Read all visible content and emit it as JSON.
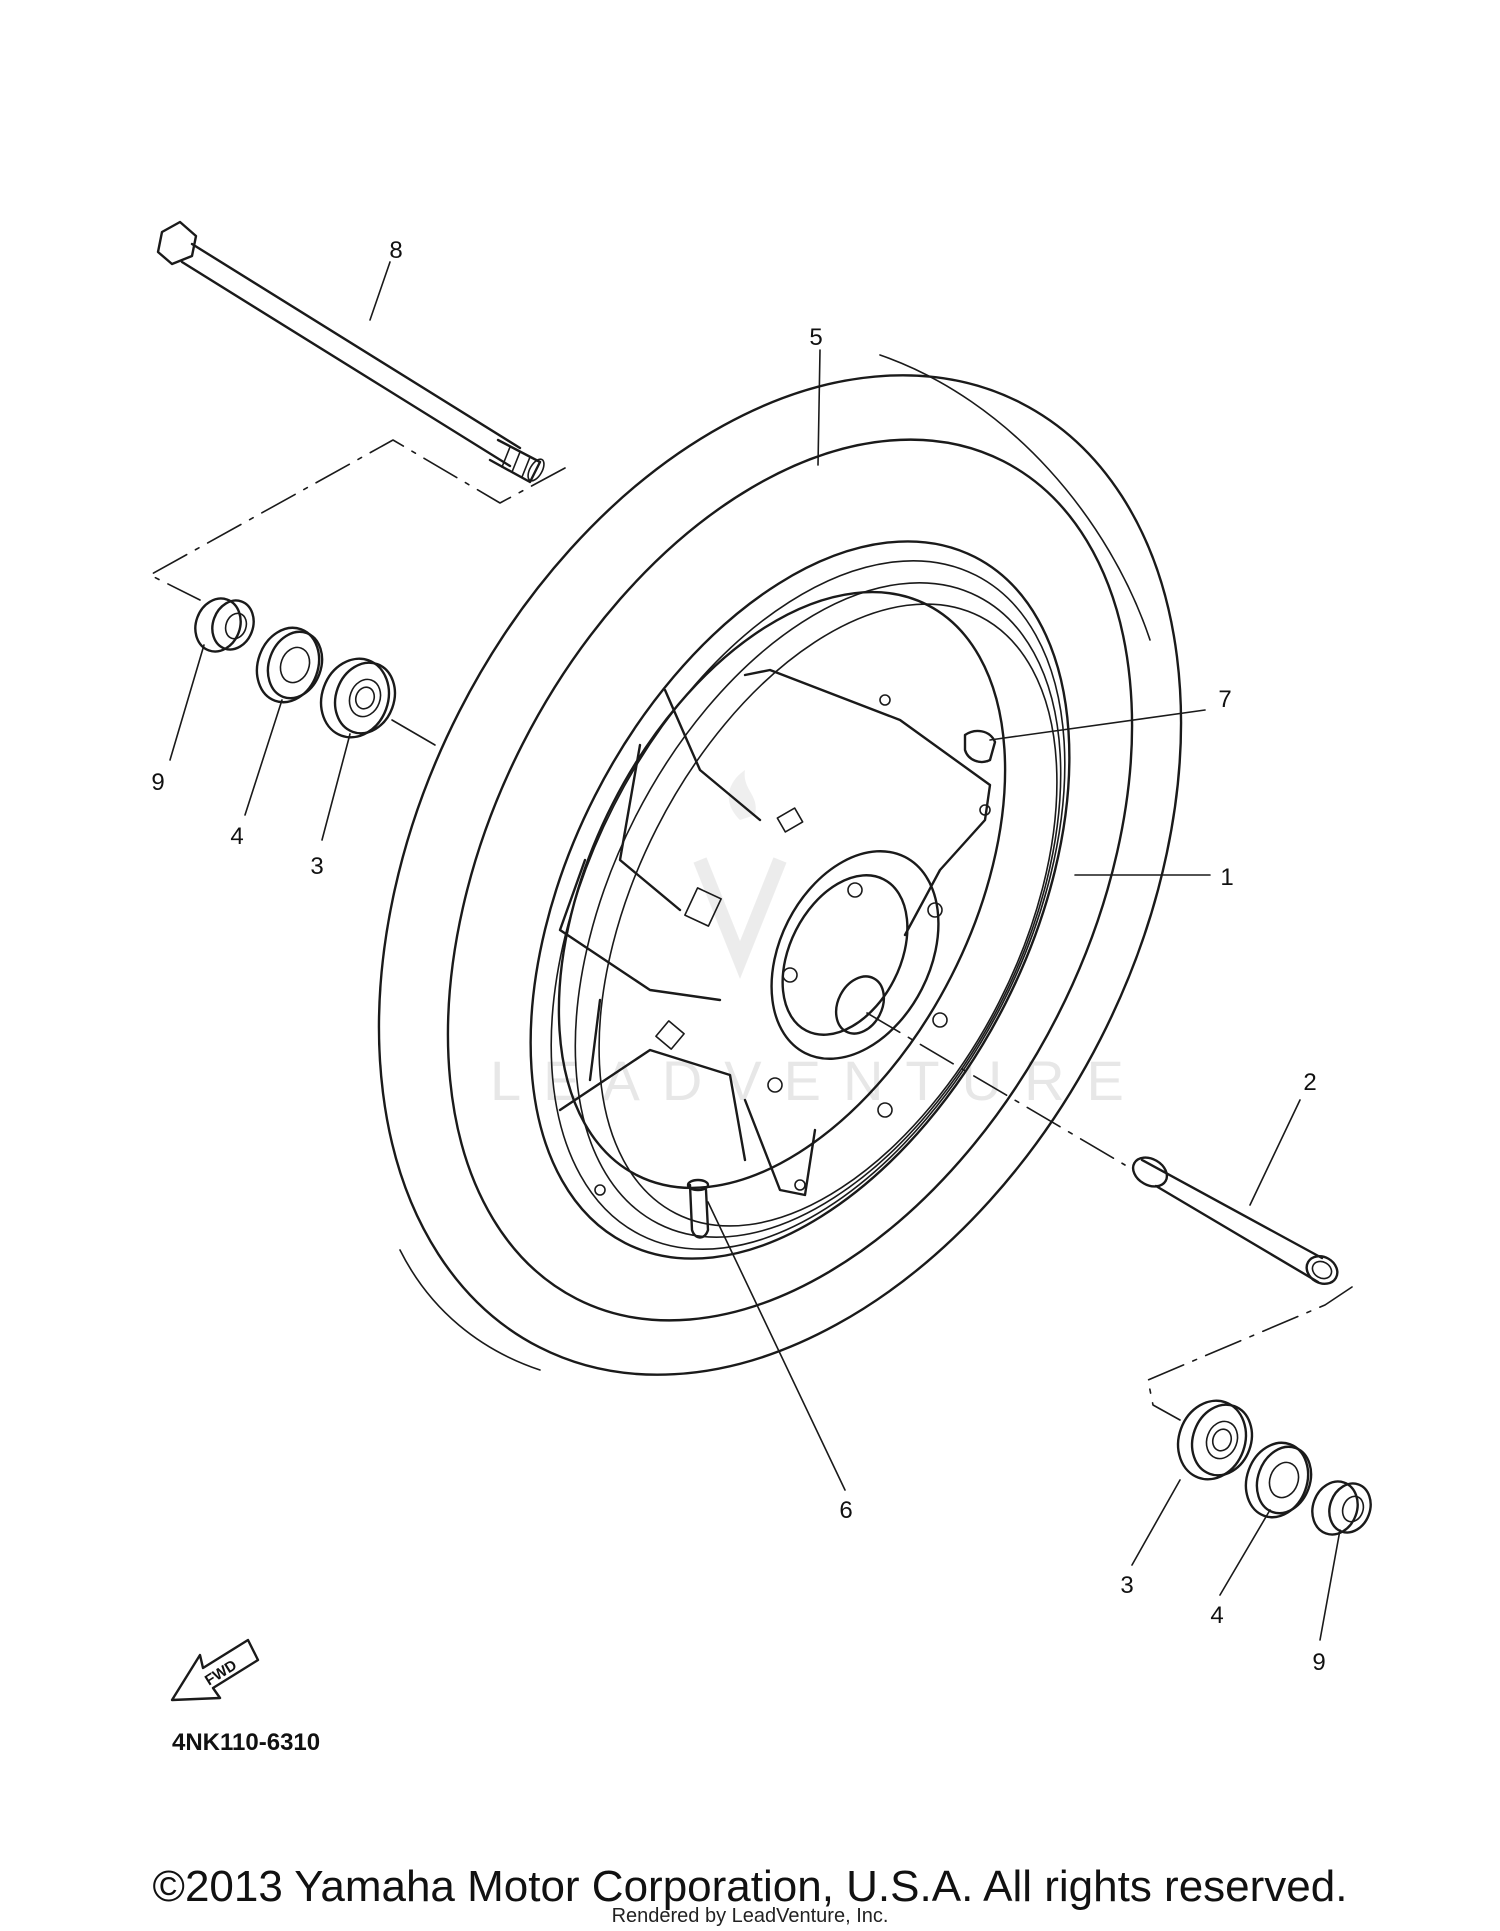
{
  "callouts": {
    "c1": "1",
    "c2": "2",
    "c3a": "3",
    "c3b": "3",
    "c4a": "4",
    "c4b": "4",
    "c5": "5",
    "c6": "6",
    "c7": "7",
    "c8": "8",
    "c9a": "9",
    "c9b": "9"
  },
  "fwd_label": "FWD",
  "part_number": "4NK110-6310",
  "watermark": "LEADVENTURE",
  "copyright": "©2013 Yamaha Motor Corporation, U.S.A. All rights reserved.",
  "rendered_by": "Rendered by LeadVenture, Inc."
}
